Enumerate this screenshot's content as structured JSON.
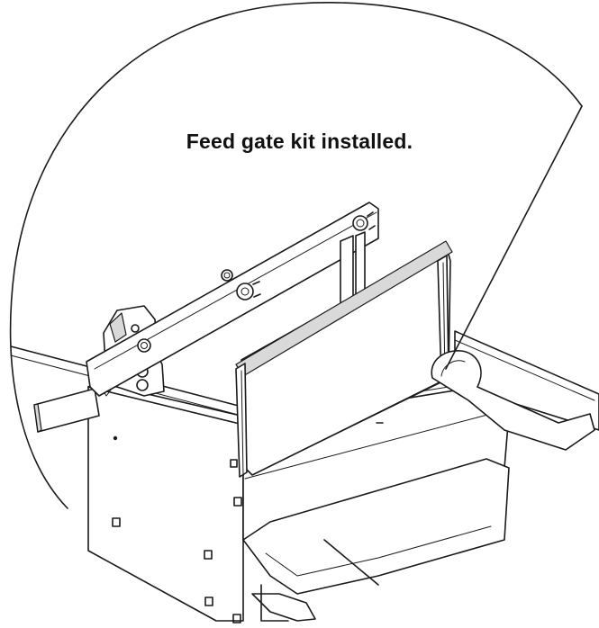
{
  "caption": "Feed gate kit installed.",
  "detail_view": {
    "boundary": "circular-detail-callout",
    "subject": "feed-gate-kit",
    "parts": [
      "detail-circle-boundary",
      "base-plate",
      "front-frame",
      "feed-gate-panel",
      "gate-hanger-bar",
      "side-bracket",
      "front-slat",
      "right-side-rail",
      "right-end-lip",
      "gate-left-slide-channel",
      "gate-right-slide-channel",
      "nut-bolt-1",
      "nut-bolt-2",
      "nut-bolt-3",
      "nut-bolt-4",
      "lower-support-channel",
      "square-holes",
      "chain-link",
      "cable-wire"
    ]
  }
}
